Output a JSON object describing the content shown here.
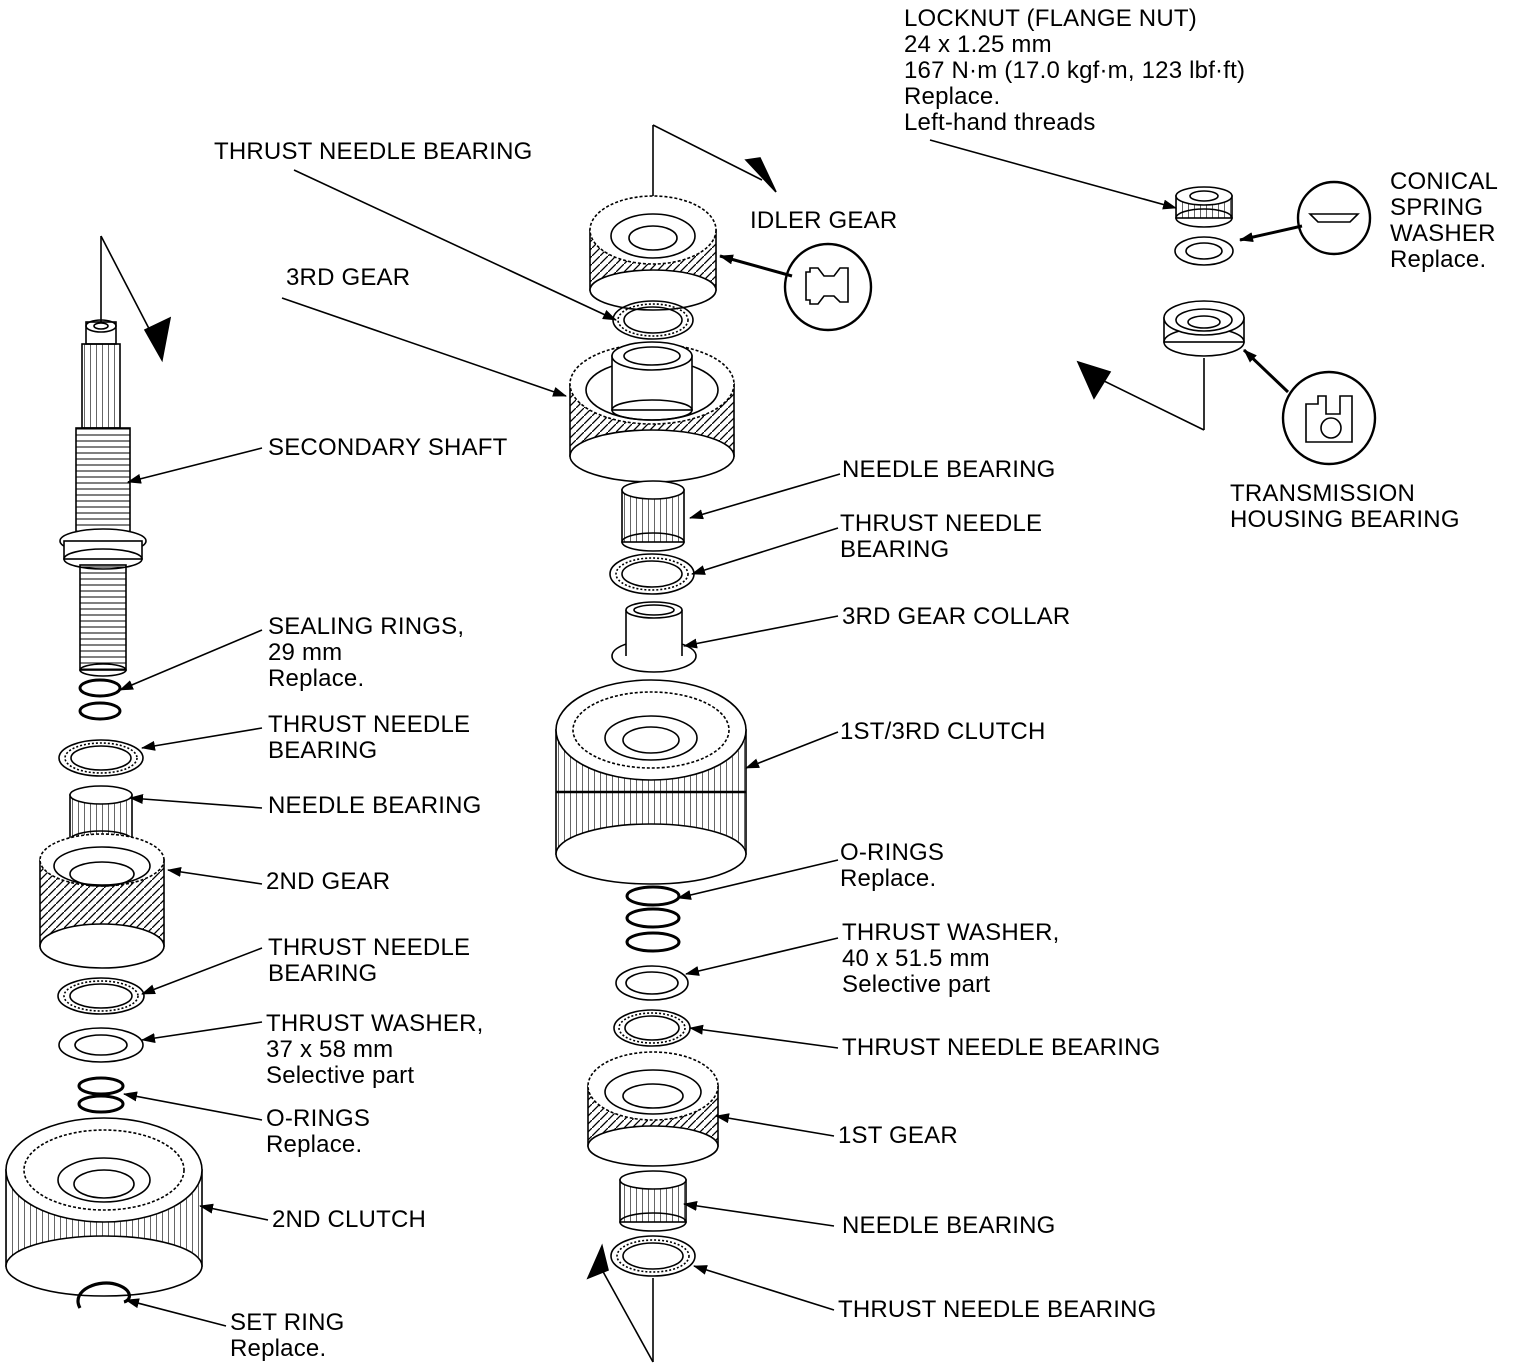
{
  "labels": {
    "locknut": [
      "LOCKNUT (FLANGE NUT)",
      "24 x 1.25 mm",
      "167 N·m (17.0 kgf·m, 123 lbf·ft)",
      "Replace.",
      "Left-hand threads"
    ],
    "thrust_needle_bearing_top": [
      "THRUST NEEDLE BEARING"
    ],
    "idler_gear": [
      "IDLER GEAR"
    ],
    "conical_spring_washer": [
      "CONICAL",
      "SPRING",
      "WASHER",
      "Replace."
    ],
    "third_gear": [
      "3RD GEAR"
    ],
    "secondary_shaft": [
      "SECONDARY SHAFT"
    ],
    "needle_bearing_center_upper": [
      "NEEDLE BEARING"
    ],
    "transmission_housing_bearing": [
      "TRANSMISSION",
      "HOUSING BEARING"
    ],
    "thrust_needle_bearing_center_upper": [
      "THRUST NEEDLE",
      "BEARING"
    ],
    "third_gear_collar": [
      "3RD GEAR COLLAR"
    ],
    "sealing_rings": [
      "SEALING RINGS,",
      "29 mm",
      "Replace."
    ],
    "thrust_needle_bearing_left_upper": [
      "THRUST NEEDLE",
      "BEARING"
    ],
    "first_third_clutch": [
      "1ST/3RD CLUTCH"
    ],
    "needle_bearing_left": [
      "NEEDLE BEARING"
    ],
    "o_rings_center": [
      "O-RINGS",
      "Replace."
    ],
    "second_gear": [
      "2ND GEAR"
    ],
    "thrust_washer_center": [
      "THRUST WASHER,",
      "40 x 51.5 mm",
      "Selective part"
    ],
    "thrust_needle_bearing_left_lower": [
      "THRUST NEEDLE",
      "BEARING"
    ],
    "thrust_washer_left": [
      "THRUST WASHER,",
      "37 x 58 mm",
      "Selective part"
    ],
    "thrust_needle_bearing_center_mid": [
      "THRUST NEEDLE BEARING"
    ],
    "o_rings_left": [
      "O-RINGS",
      "Replace."
    ],
    "first_gear": [
      "1ST GEAR"
    ],
    "second_clutch": [
      "2ND CLUTCH"
    ],
    "needle_bearing_center_lower": [
      "NEEDLE BEARING"
    ],
    "thrust_needle_bearing_bottom": [
      "THRUST NEEDLE BEARING"
    ],
    "set_ring": [
      "SET RING",
      "Replace."
    ]
  }
}
